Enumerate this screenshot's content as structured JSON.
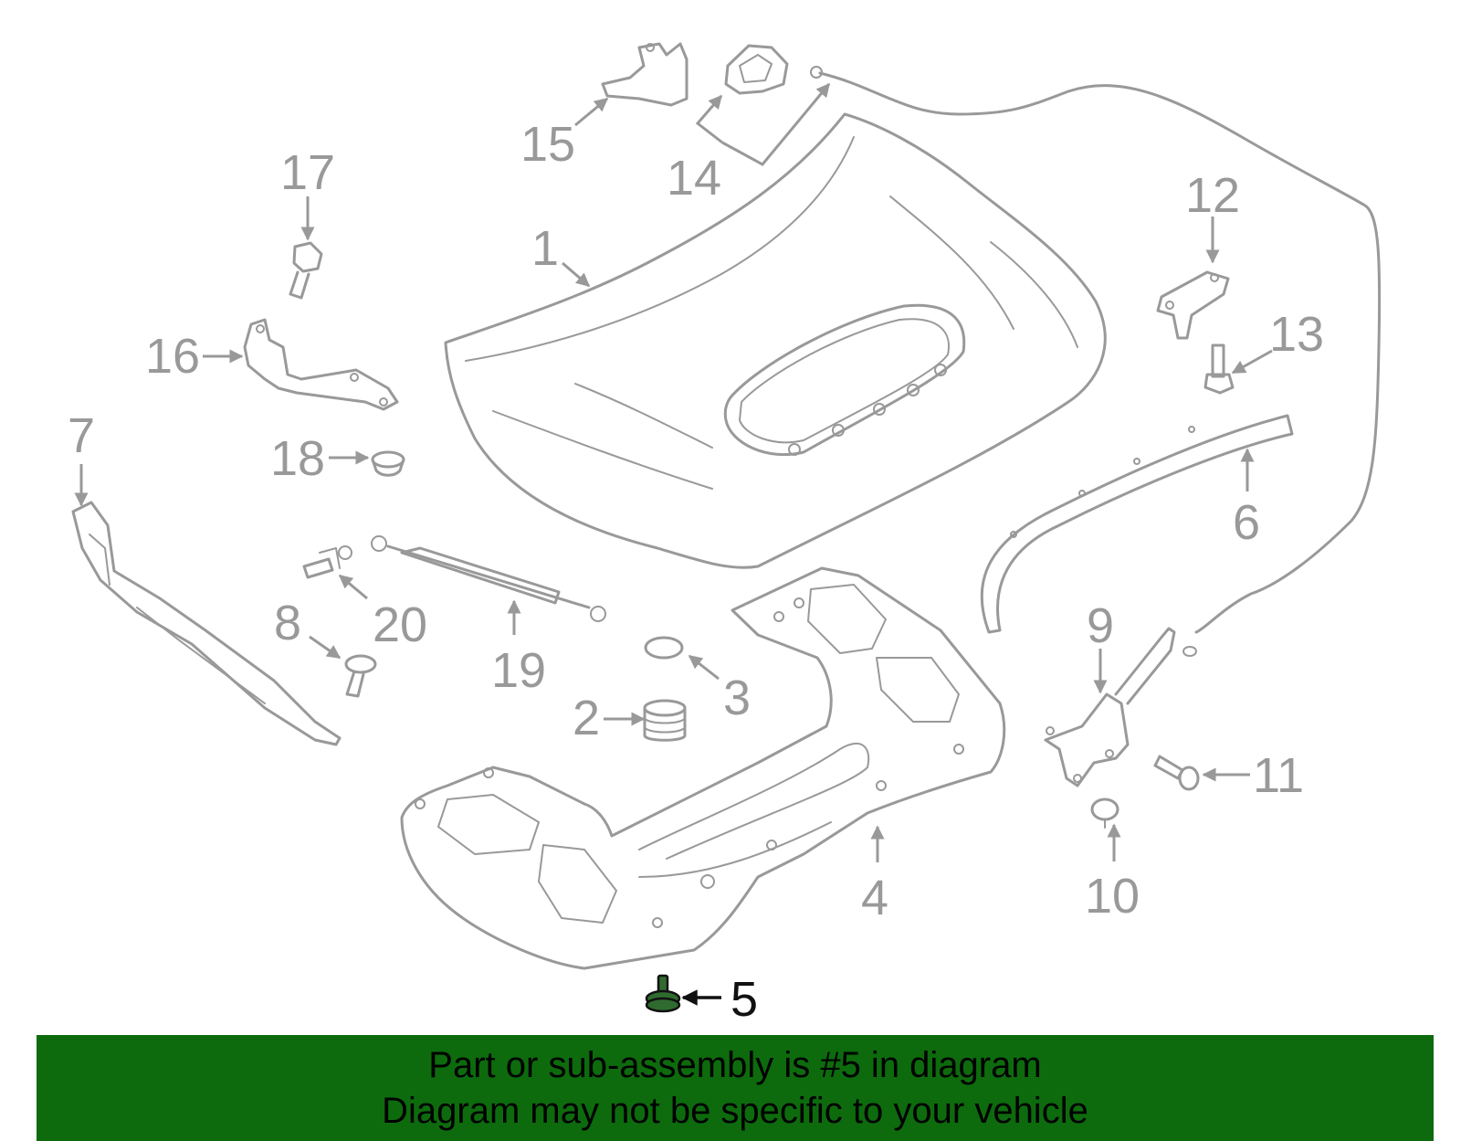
{
  "diagram": {
    "callouts": {
      "c1": "1",
      "c2": "2",
      "c3": "3",
      "c4": "4",
      "c5": "5",
      "c6": "6",
      "c7": "7",
      "c8": "8",
      "c9": "9",
      "c10": "10",
      "c11": "11",
      "c12": "12",
      "c13": "13",
      "c14": "14",
      "c15": "15",
      "c16": "16",
      "c17": "17",
      "c18": "18",
      "c19": "19",
      "c20": "20"
    },
    "highlighted_part": "5",
    "colors": {
      "part_stroke": "#999999",
      "highlight": "#2f6b2f",
      "banner": "#0d6b0d"
    }
  },
  "banner": {
    "line1": "Part or sub-assembly is #5 in diagram",
    "line2": "Diagram may not be specific to your vehicle"
  }
}
